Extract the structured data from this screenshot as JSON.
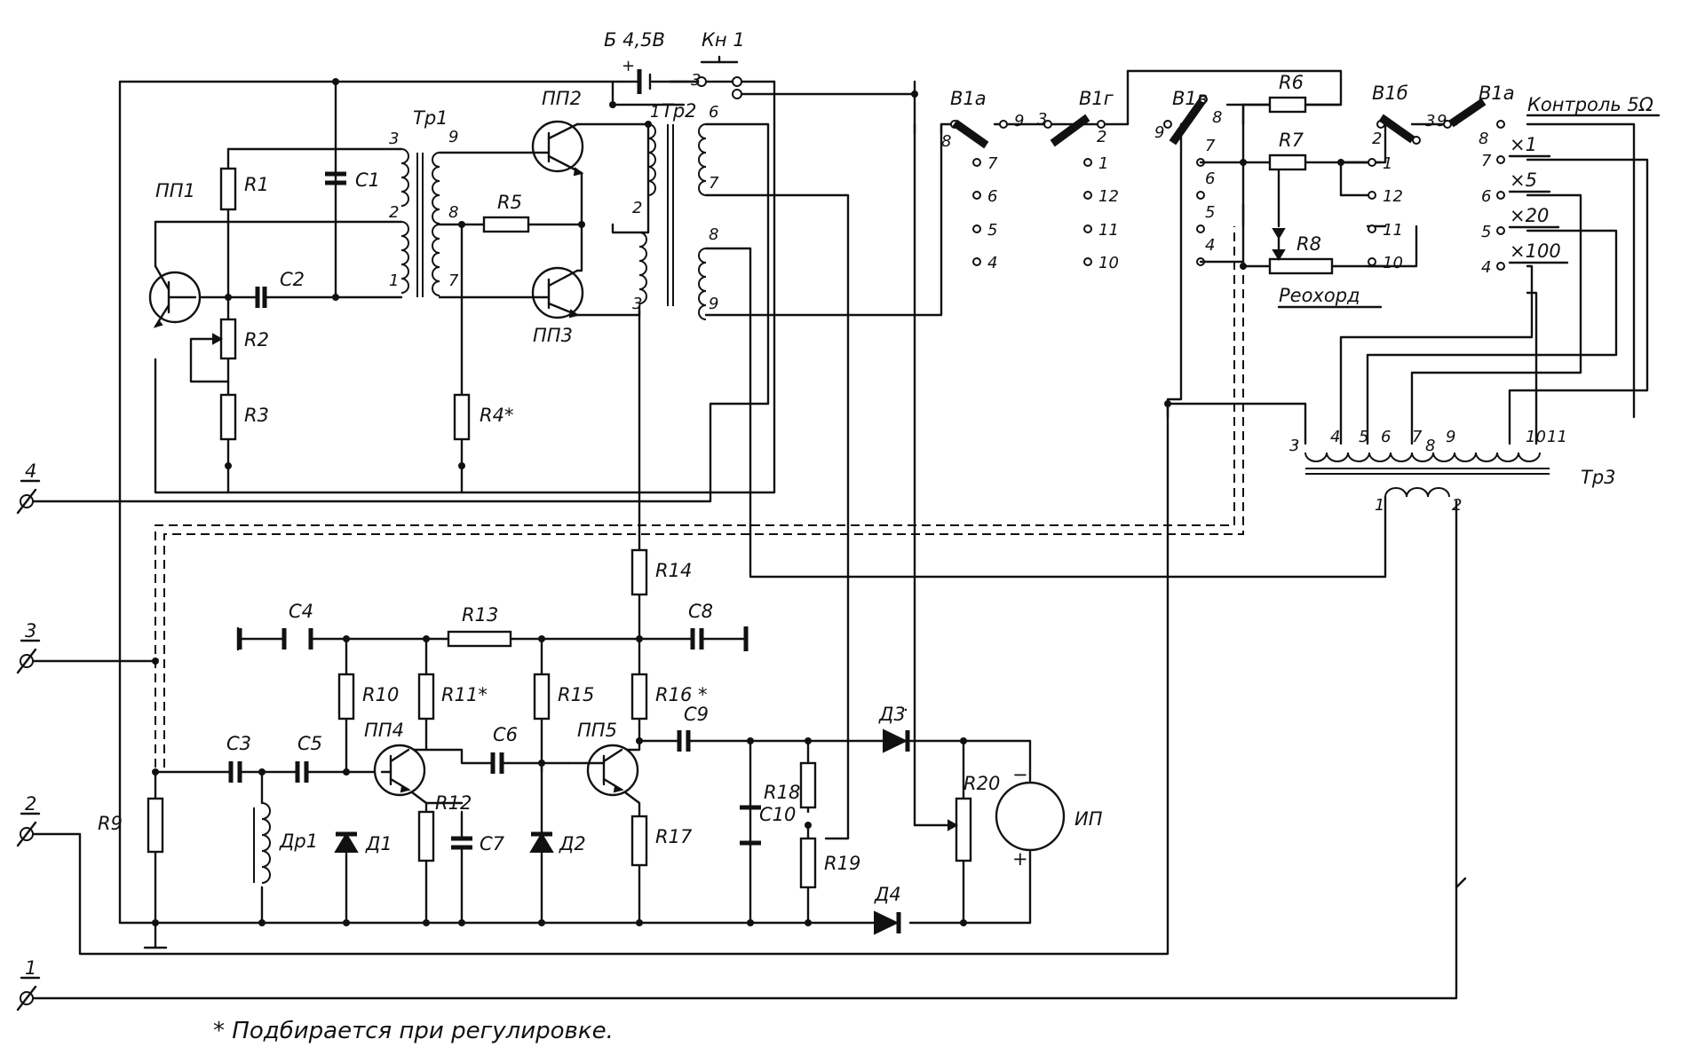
{
  "labels": {
    "battery": "Б 4,5В",
    "key": "Кн 1",
    "tr1": "Тр1",
    "tr2": "Тр2",
    "tr3": "Тр3",
    "pp1": "ПП1",
    "pp2": "ПП2",
    "pp3": "ПП3",
    "pp4": "ПП4",
    "pp5": "ПП5",
    "r1": "R1",
    "r2": "R2",
    "r3": "R3",
    "r4": "R4*",
    "r5": "R5",
    "r6": "R6",
    "r7": "R7",
    "r8": "R8",
    "r9": "R9",
    "r10": "R10",
    "r11": "R11*",
    "r12": "R12",
    "r13": "R13",
    "r14": "R14",
    "r15": "R15",
    "r16": "R16 *",
    "r17": "R17",
    "r18": "R18",
    "r19": "R19",
    "r20": "R20",
    "c1": "C1",
    "c2": "C2",
    "c3": "C3",
    "c4": "C4",
    "c5": "C5",
    "c6": "C6",
    "c7": "C7",
    "c8": "C8",
    "c9": "C9",
    "c10": "C10",
    "d1": "Д1",
    "d2": "Д2",
    "d3": "Д3",
    "d4": "Д4",
    "dr1": "Др1",
    "meter": "ИП",
    "meter_minus": "−",
    "meter_plus": "+",
    "reochord": "Реохорд",
    "sw_a": "В1а",
    "sw_b": "В1б",
    "sw_v": "В1в",
    "sw_g": "В1г",
    "sw_a2": "В1а",
    "control": "Контроль 5Ω",
    "range_x1": "×1",
    "range_x5": "×5",
    "range_x20": "×20",
    "range_x100": "×100",
    "terminal_1": "1",
    "terminal_2": "2",
    "terminal_3": "3",
    "terminal_4": "4",
    "footnote": "* Подбирается при регулировке."
  },
  "pins": {
    "tr1_3": "3",
    "tr1_2": "2",
    "tr1_1": "1",
    "tr1_9": "9",
    "tr1_8": "8",
    "tr1_7": "7",
    "tr2_1": "1",
    "tr2_2": "2",
    "tr2_3": "3",
    "tr2_6": "6",
    "tr2_7": "7",
    "tr2_8": "8",
    "tr2_9": "9",
    "kn_3": "3",
    "swa_8": "8",
    "swa_9": "9",
    "swa_7": "7",
    "swa_6": "6",
    "swa_5": "5",
    "swa_4": "4",
    "swg_3": "3",
    "swg_2": "2",
    "swg_1": "1",
    "swg_12": "12",
    "swg_11": "11",
    "swg_10": "10",
    "swv_9": "9",
    "swv_8": "8",
    "swv_7": "7",
    "swv_6": "6",
    "swv_5": "5",
    "swv_4": "4",
    "swb_2": "2",
    "swb_3": "3",
    "swb_1": "1",
    "swb_12": "12",
    "swb_11": "11",
    "swb_10": "10",
    "swr_9": "9",
    "swr_8": "8",
    "swr_7": "7",
    "swr_6": "6",
    "swr_5": "5",
    "swr_4": "4",
    "tr3_3": "3",
    "tr3_4": "4",
    "tr3_5": "5",
    "tr3_6": "6",
    "tr3_7": "7",
    "tr3_8": "8",
    "tr3_9": "9",
    "tr3_10": "10",
    "tr3_11": "11",
    "tr3_1": "1",
    "tr3_2": "2"
  }
}
